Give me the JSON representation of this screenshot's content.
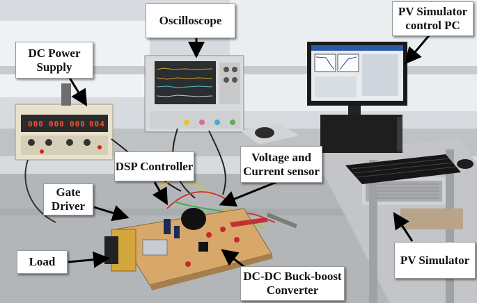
{
  "labels": {
    "oscilloscope": "Oscilloscope",
    "pv_simulator_pc": [
      "PV Simulator",
      "control PC"
    ],
    "dc_power_supply": [
      "DC Power",
      "Supply"
    ],
    "dsp_controller": "DSP Controller",
    "voltage_current_sensor": [
      "Voltage and",
      "Current sensor"
    ],
    "gate_driver": [
      "Gate",
      "Driver"
    ],
    "load": "Load",
    "dc_dc_converter": [
      "DC-DC Buck-boost",
      "Converter"
    ],
    "pv_simulator": "PV Simulator"
  },
  "psu_display": [
    "000",
    "000",
    "000",
    "004"
  ],
  "colors": {
    "label_background": "#ffffff",
    "arrow": "#000000",
    "bench": "#b9bcbf",
    "psu_body": "#e8e2cc",
    "psu_panel": "#2b2b2b",
    "scope_body": "#d9dadc",
    "monitor_frame": "#1a1a1a",
    "pcb": "#d8a86a"
  },
  "icons": [
    "arrow-icon"
  ]
}
